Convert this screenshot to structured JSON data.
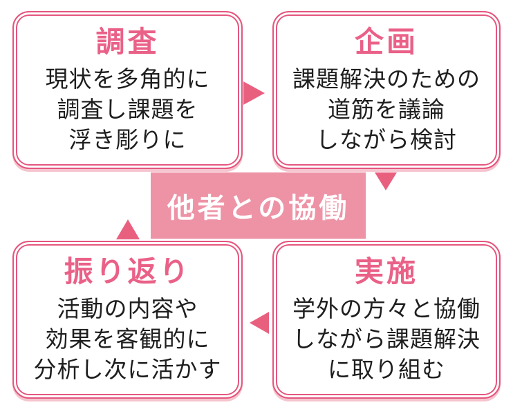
{
  "diagram": {
    "center_label": "他者との協働",
    "steps": [
      {
        "key": "survey",
        "title": "調査",
        "lines": [
          "現状を多角的に",
          "調査し課題を",
          "浮き彫りに"
        ]
      },
      {
        "key": "planning",
        "title": "企画",
        "lines": [
          "課題解決のための",
          "道筋を議論",
          "しながら検討"
        ]
      },
      {
        "key": "implementation",
        "title": "実施",
        "lines": [
          "学外の方々と協働",
          "しながら課題解決",
          "に取り組む"
        ]
      },
      {
        "key": "reflection",
        "title": "振り返り",
        "lines": [
          "活動の内容や",
          "効果を客観的に",
          "分析し次に活かす"
        ]
      }
    ],
    "arrows": [
      "arrow-right",
      "arrow-down",
      "arrow-left",
      "arrow-up"
    ],
    "colors": {
      "border_pink": "#e4567e",
      "title_pink": "#ea6188",
      "band_pink": "#ee93a6",
      "arrow_pink": "#e9607f",
      "body_text": "#1e1e1e",
      "background": "#ffffff"
    }
  }
}
